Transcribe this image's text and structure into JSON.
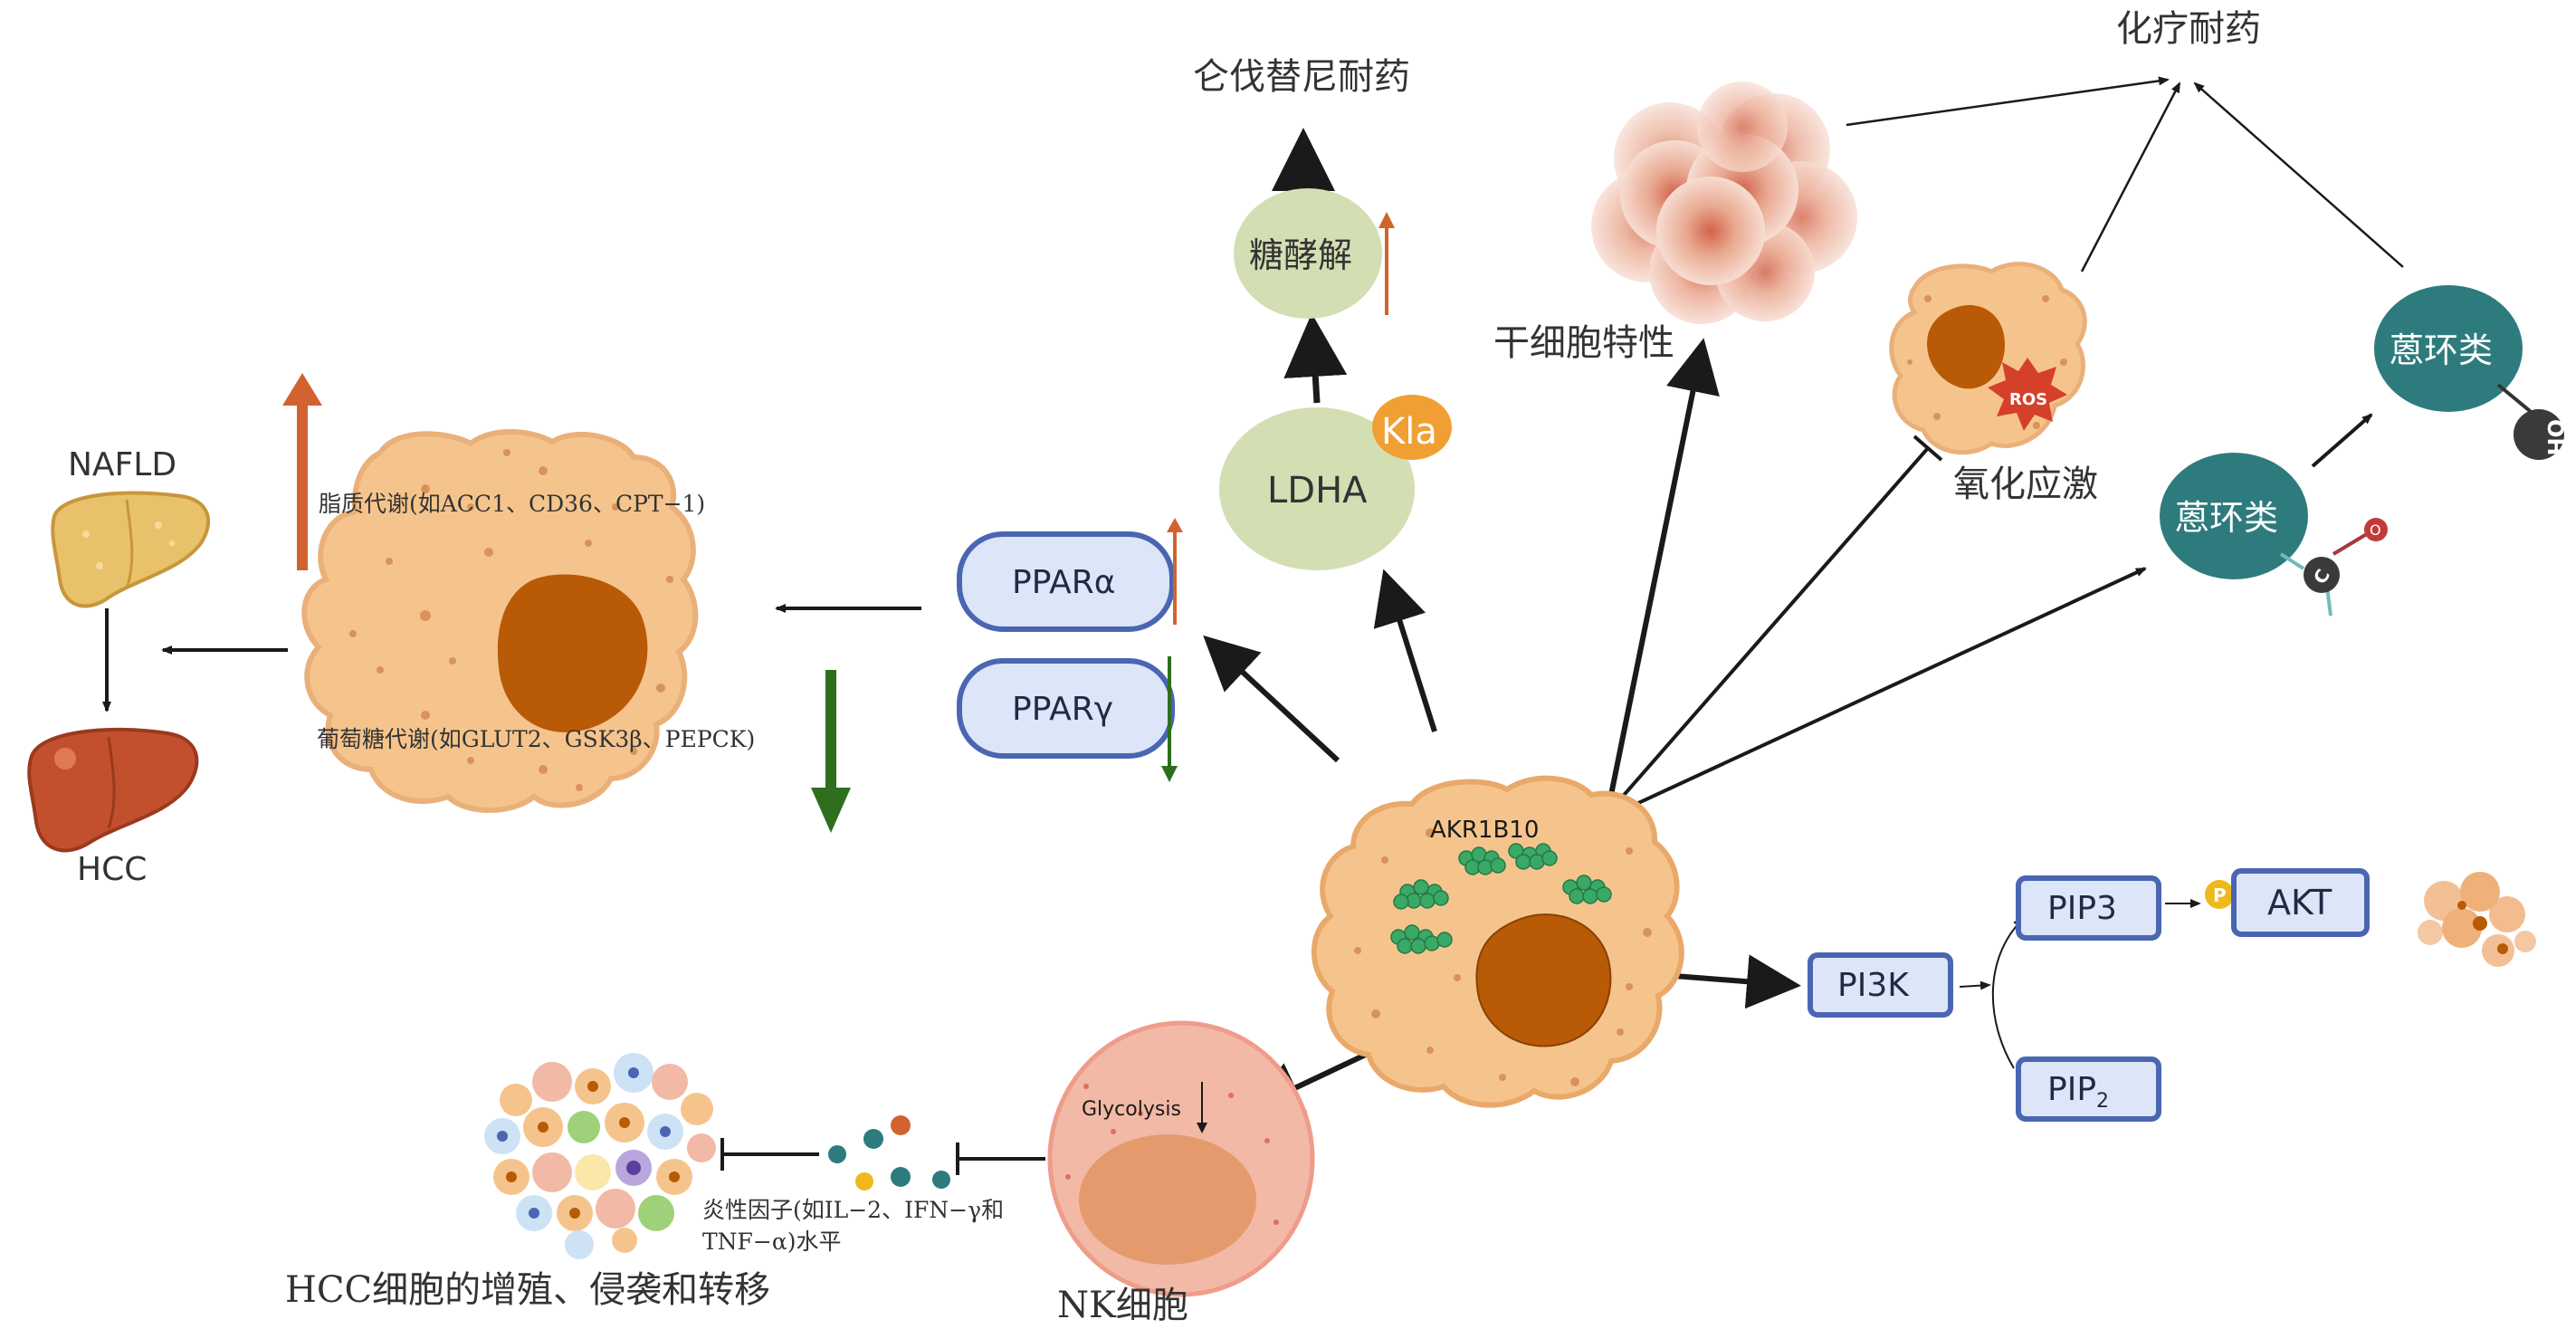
{
  "labels": {
    "nafld": "NAFLD",
    "hcc": "HCC",
    "lipid_metabolism": "脂质代谢(如ACC1、CD36、CPT−1)",
    "glucose_metabolism": "葡萄糖代谢(如GLUT2、GSK3β、PEPCK)",
    "ppar_alpha": "PPARα",
    "ppar_gamma": "PPARγ",
    "ldha": "LDHA",
    "kla": "Kla",
    "glycolysis_cn": "糖酵解",
    "lenvatinib_resistance": "仑伐替尼耐药",
    "stemness": "干细胞特性",
    "chemo_resistance": "化疗耐药",
    "ros": "ROS",
    "oxidative_stress": "氧化应激",
    "anthracycline_top": "蒽环类",
    "anthracycline_bottom": "蒽环类",
    "oh": "OH",
    "o_atom": "O",
    "c_atom": "C",
    "akr1b10": "AKR1B10",
    "pi3k": "PI3K",
    "pip3": "PIP3",
    "pip2_main": "PIP",
    "pip2_sub": "2",
    "p": "P",
    "akt": "AKT",
    "glycolysis_en": "Glycolysis",
    "nk_cell": "NK细胞",
    "cytokines_line1": "炎性因子(如IL−2、IFN−γ和",
    "cytokines_line2": "TNF−α)水平",
    "hcc_prolif": "HCC细胞的增殖、侵袭和转移"
  },
  "colors": {
    "cell_fill": "#f5c48c",
    "cell_stroke": "#e9a96a",
    "nucleus": "#b85a06",
    "pill_fill": "#dde6f8",
    "pill_stroke": "#4a66b2",
    "green_circle": "#d3deb3",
    "teal": "#2e7b7e",
    "up_arrow": "#d2632e",
    "down_arrow": "#2f6e1d",
    "kla_badge": "#f0a032",
    "nk_cell": "#f2b9a6",
    "liver_yellow": "#e8c26a",
    "liver_red": "#c2502f"
  }
}
